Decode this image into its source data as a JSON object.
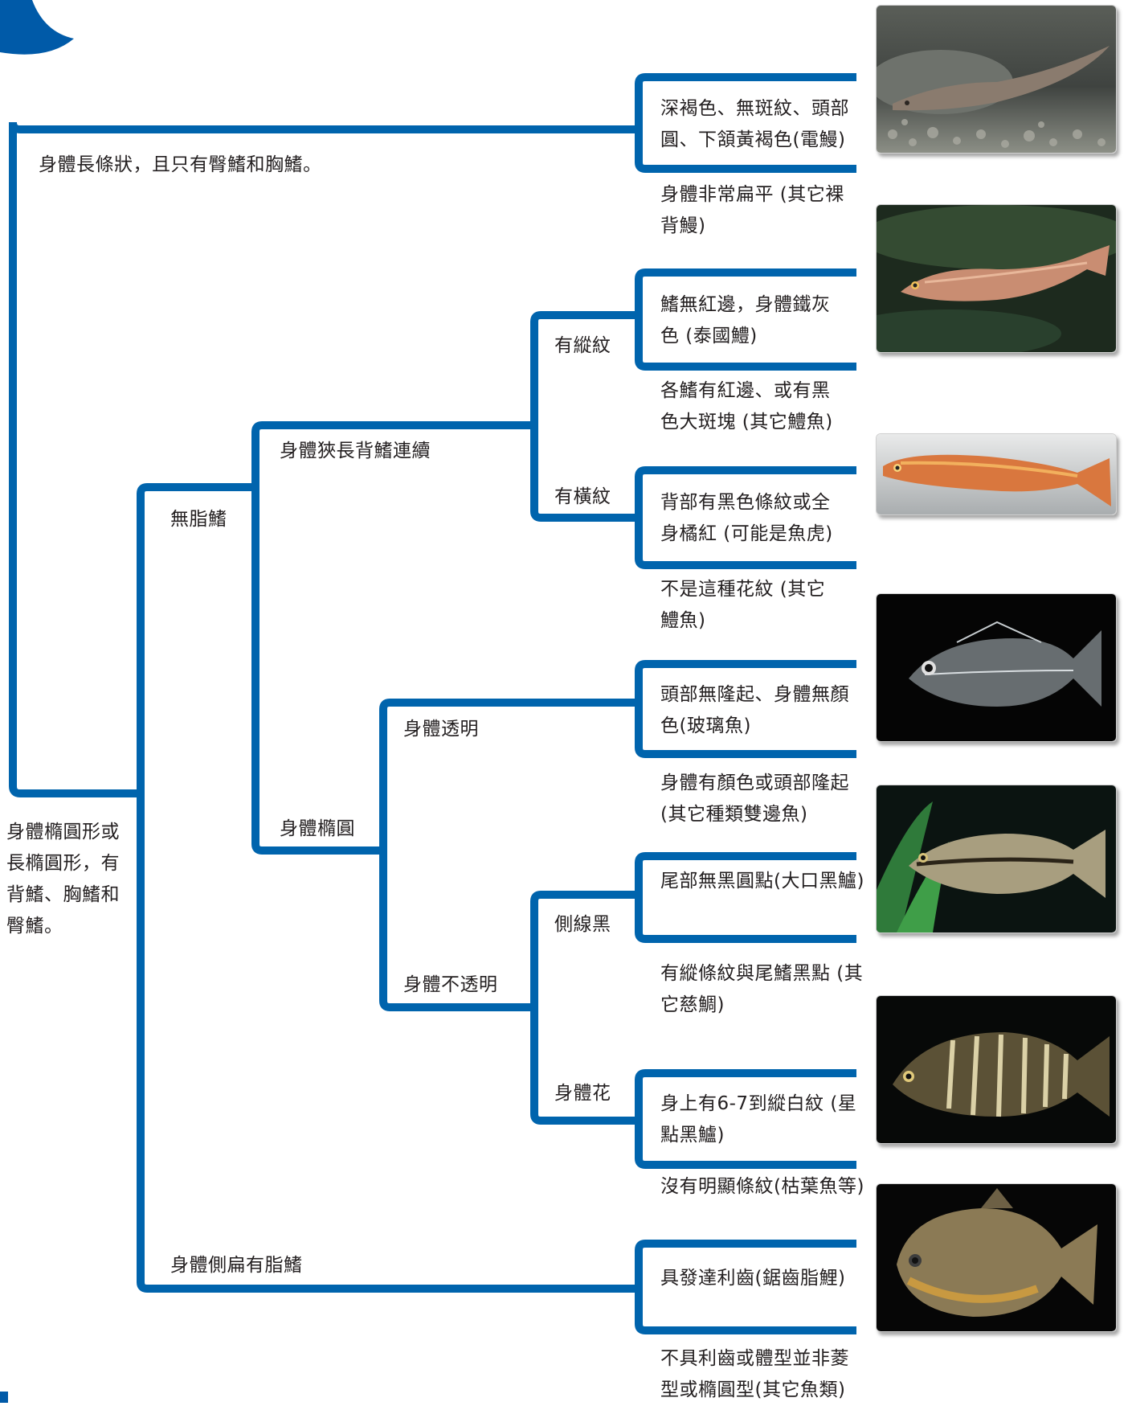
{
  "colors": {
    "line": "#0064ad",
    "accent": "#005aa8"
  },
  "labels": {
    "root_top": "身體長條狀，且只有臀鰭和胸鰭。",
    "root_bottom": "身體橢圓形或\n長橢圓形，有\n背鰭、胸鰭和\n臀鰭。",
    "no_adipose": "無脂鰭",
    "compressed_adipose": "身體側扁有脂鰭",
    "narrow_dorsal": "身體狹長背鰭連續",
    "oval": "身體橢圓",
    "longitudinal": "有縱紋",
    "transverse": "有橫紋",
    "transparent": "身體透明",
    "opaque": "身體不透明",
    "lateral_black": "側線黑",
    "mottled": "身體花"
  },
  "results": {
    "eel": "深褐色、無斑紋、頭部\n圓、下頷黃褐色(電鰻)",
    "other_eel": "身體非常扁平 (其它裸\n背鰻)",
    "thai_carp": "鰭無紅邊，身體鐵灰\n色 (泰國鱧)",
    "other_snakehead1": "各鰭有紅邊、或有黑\n色大斑塊 (其它鱧魚)",
    "fish_tiger": "背部有黑色條紋或全\n身橘紅 (可能是魚虎)",
    "other_snakehead2": "不是這種花紋 (其它\n鱧魚)",
    "glassfish": "頭部無隆起、身體無顏\n色(玻璃魚)",
    "other_glass": "身體有顏色或頭部隆起\n(其它種類雙邊魚)",
    "largemouth_bass": "尾部無黑圓點(大口黑鱸)",
    "other_cichlid": "有縱條紋與尾鰭黑點 (其\n它慈鯛)",
    "spotted_bass": "身上有6-7到縱白紋 (星\n點黑鱸)",
    "leaf_fish": "沒有明顯條紋(枯葉魚等)",
    "piranha": "具發達利齒(鋸齒脂鯉)",
    "other_fish": "不具利齒或體型並非菱\n型或橢圓型(其它魚類)"
  },
  "photos": [
    "electric-eel-photo",
    "thai-snakehead-photo",
    "fish-tiger-photo",
    "glassfish-photo",
    "largemouth-bass-photo",
    "spotted-bass-photo",
    "piranha-photo"
  ]
}
